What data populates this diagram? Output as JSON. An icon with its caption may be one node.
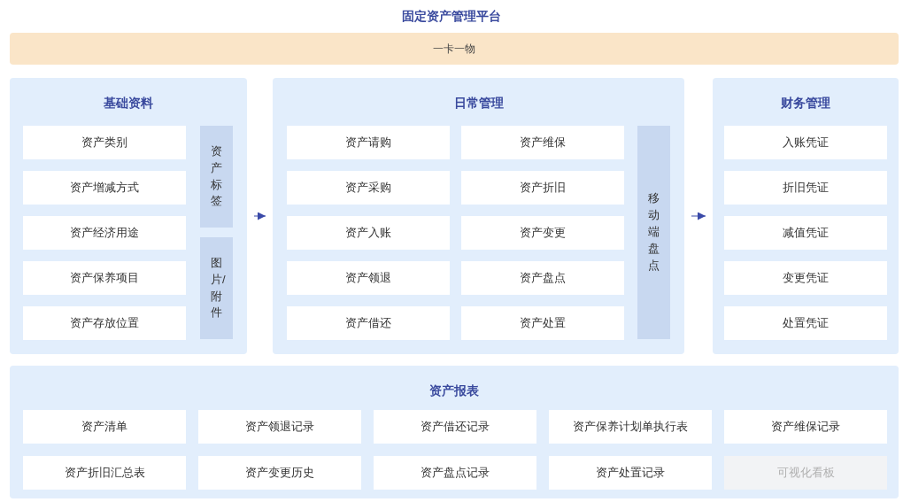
{
  "diagram": {
    "title": "固定资产管理平台",
    "nodes": [
      {
        "text": [
          "一卡一物"
        ]
      },
      {
        "text": [
          "基础资料"
        ]
      },
      {
        "text": [
          "资产类别"
        ],
        "in": 1
      },
      {
        "text": [
          "资产增减方式"
        ],
        "in": 1
      },
      {
        "text": [
          "资产经济用途"
        ],
        "in": 1
      },
      {
        "text": [
          "资产保养项目"
        ],
        "in": 1
      },
      {
        "text": [
          "资产存放位置"
        ],
        "in": 1
      },
      {
        "text": [
          "资产标签"
        ],
        "in": 1
      },
      {
        "text": [
          "图片/附件"
        ],
        "in": 1
      },
      {
        "text": [
          "日常管理"
        ]
      },
      {
        "text": [
          "资产请购"
        ],
        "in": 9
      },
      {
        "text": [
          "资产维保"
        ],
        "in": 9
      },
      {
        "text": [
          "资产采购"
        ],
        "in": 9
      },
      {
        "text": [
          "资产折旧"
        ],
        "in": 9
      },
      {
        "text": [
          "资产入账"
        ],
        "in": 9
      },
      {
        "text": [
          "资产变更"
        ],
        "in": 9
      },
      {
        "text": [
          "资产领退"
        ],
        "in": 9
      },
      {
        "text": [
          "资产盘点"
        ],
        "in": 9
      },
      {
        "text": [
          "资产借还"
        ],
        "in": 9
      },
      {
        "text": [
          "资产处置"
        ],
        "in": 9
      },
      {
        "text": [
          "移动端盘点"
        ],
        "in": 9
      },
      {
        "text": [
          "财务管理"
        ]
      },
      {
        "text": [
          "入账凭证"
        ],
        "in": 21
      },
      {
        "text": [
          "折旧凭证"
        ],
        "in": 21
      },
      {
        "text": [
          "减值凭证"
        ],
        "in": 21
      },
      {
        "text": [
          "变更凭证"
        ],
        "in": 21
      },
      {
        "text": [
          "处置凭证"
        ],
        "in": 21
      },
      {
        "text": [
          "资产报表"
        ]
      },
      {
        "text": [
          "资产清单"
        ],
        "in": 27
      },
      {
        "text": [
          "资产领退记录"
        ],
        "in": 27
      },
      {
        "text": [
          "资产借还记录"
        ],
        "in": 27
      },
      {
        "text": [
          "资产保养计划单执行表"
        ],
        "in": 27
      },
      {
        "text": [
          "资产维保记录"
        ],
        "in": 27
      },
      {
        "text": [
          "资产折旧汇总表"
        ],
        "in": 27
      },
      {
        "text": [
          "资产变更历史"
        ],
        "in": 27
      },
      {
        "text": [
          "资产盘点记录"
        ],
        "in": 27
      },
      {
        "text": [
          "资产处置记录"
        ],
        "in": 27
      },
      {
        "text": [
          "可视化看板"
        ],
        "in": 27
      }
    ],
    "edges": [
      {
        "from": 1,
        "to": 9,
        "arrow": "to"
      },
      {
        "from": 9,
        "to": 21,
        "arrow": "to"
      }
    ]
  }
}
